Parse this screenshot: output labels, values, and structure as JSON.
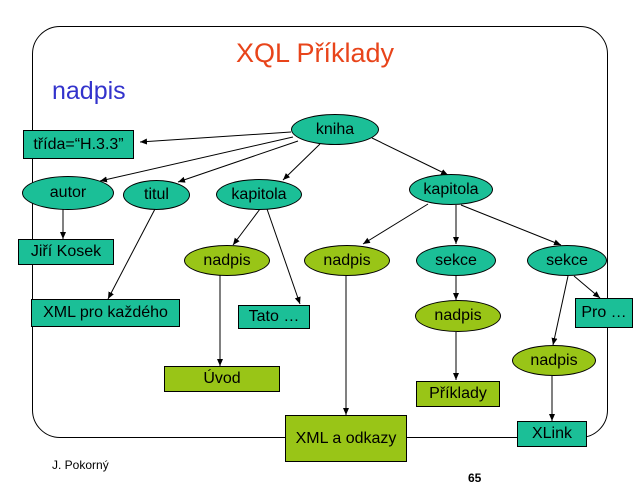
{
  "slide": {
    "title": "XQL Příklady",
    "subtitle": "nadpis",
    "footer_author": "J. Pokorný",
    "page_number": "65"
  },
  "colors": {
    "teal_fill": "#1bbf97",
    "lime_fill": "#99c517",
    "title": "#e8441a",
    "subtitle": "#3333cc"
  },
  "diagram": {
    "nodes": {
      "kniha": "kniha",
      "trida": "třída=“H.3.3”",
      "autor": "autor",
      "titul": "titul",
      "kapitola1": "kapitola",
      "kapitola2": "kapitola",
      "jiri_kosek": "Jiří Kosek",
      "xml_pro_kazdeho": "XML pro každého",
      "nadpis_k1": "nadpis",
      "tato": "Tato …",
      "uvod": "Úvod",
      "nadpis_k2": "nadpis",
      "sekce1": "sekce",
      "sekce2": "sekce",
      "nadpis_s1": "nadpis",
      "priklady": "Příklady",
      "pro": "Pro …",
      "nadpis_s2": "nadpis",
      "xml_a_odkazy": "XML a odkazy",
      "xlink": "XLink"
    }
  }
}
